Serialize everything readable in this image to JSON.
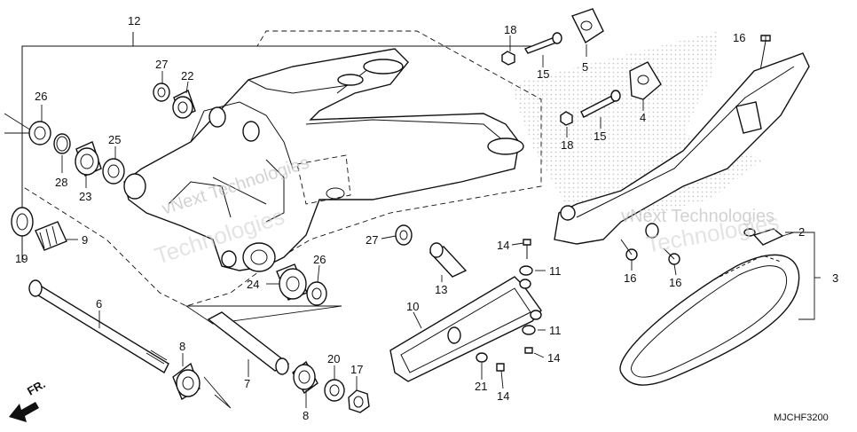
{
  "labels": {
    "p12": "12",
    "p18a": "18",
    "p5": "5",
    "p16a": "16",
    "p27a": "27",
    "p22": "22",
    "p15a": "15",
    "p4": "4",
    "p26a": "26",
    "p18b": "18",
    "p15b": "15",
    "p25": "25",
    "p28": "28",
    "p23": "23",
    "p9": "9",
    "p19": "19",
    "p27b": "27",
    "p14a": "14",
    "p11a": "11",
    "p2": "2",
    "p3": "3",
    "p16b": "16",
    "p16c": "16",
    "p26b": "26",
    "p24": "24",
    "p13": "13",
    "p6": "6",
    "p10": "10",
    "p11b": "11",
    "p14b": "14",
    "p8a": "8",
    "p20": "20",
    "p17": "17",
    "p21": "21",
    "p14c": "14",
    "p7": "7",
    "p8b": "8"
  },
  "watermark": {
    "left_line1": "vNext Technologies",
    "left_line2": "Technologies",
    "right_line1": "vNext Technologies",
    "right_line2": "Technologies"
  },
  "direction_marker": "FR.",
  "diagram_code": "MJCHF3200",
  "colors": {
    "ink": "#111111",
    "watermark": "#c4c4c4",
    "pattern": "#9a9a9a"
  }
}
